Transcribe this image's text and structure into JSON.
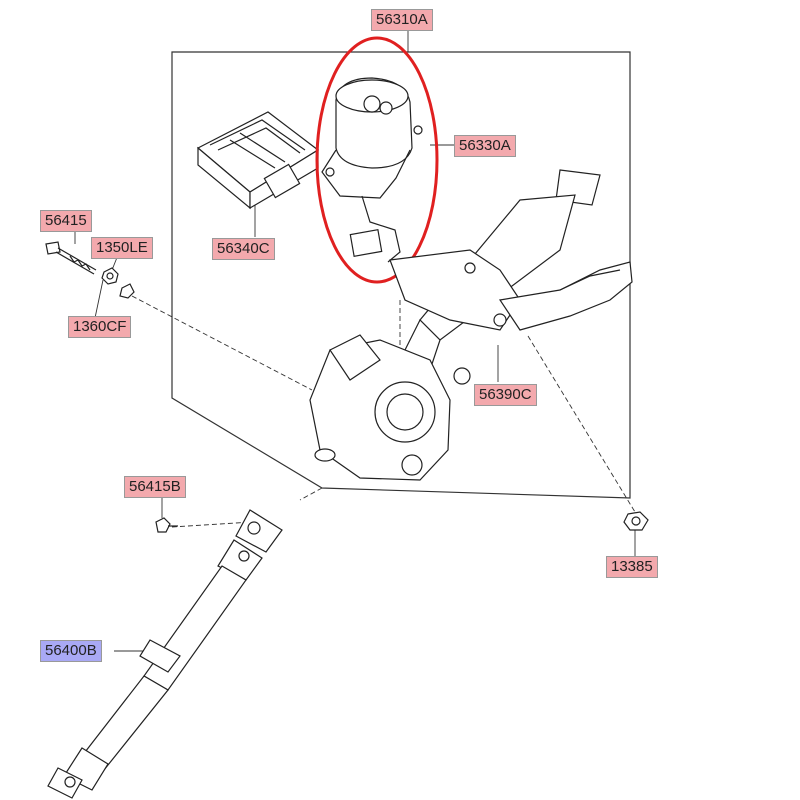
{
  "labels": {
    "l56310A": "56310A",
    "l56330A": "56330A",
    "l56340C": "56340C",
    "l56415": "56415",
    "l1350LE": "1350LE",
    "l1360CF": "1360CF",
    "l56390C": "56390C",
    "l56415B": "56415B",
    "l13385": "13385",
    "l56400B": "56400B"
  },
  "colors": {
    "label_highlight": "#f3a9ad",
    "label_highlight_selected": "#a9a9f5",
    "callout_circle": "#e02020",
    "line": "#333333"
  }
}
